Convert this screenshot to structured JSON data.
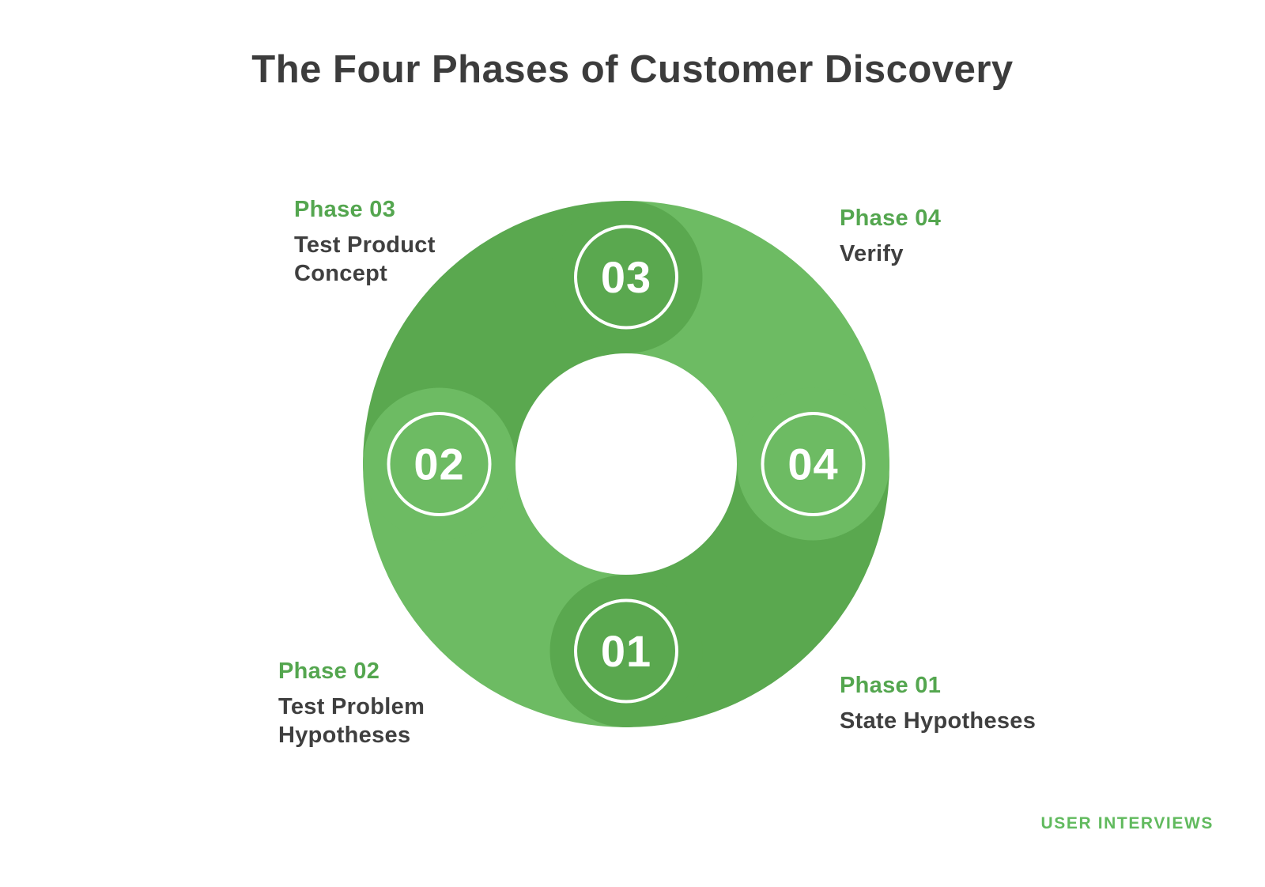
{
  "title": "The Four Phases of Customer Discovery",
  "footer": {
    "brand": "USER INTERVIEWS"
  },
  "colors": {
    "segment_dark": "#5aa84f",
    "segment_light": "#6dbb63",
    "accent_text": "#54a64f",
    "heading_text": "#3c3c3c",
    "body_text": "#3f3f3f",
    "brand_green": "#61ba5e",
    "circle_stroke": "#ffffff"
  },
  "diagram": {
    "type": "circular-cycle-donut",
    "phases": [
      {
        "number": "01",
        "label": "Phase 01",
        "name": "State Hypotheses",
        "position": "bottom"
      },
      {
        "number": "02",
        "label": "Phase 02",
        "name": "Test Problem\nHypotheses",
        "position": "left"
      },
      {
        "number": "03",
        "label": "Phase 03",
        "name": "Test Product\nConcept",
        "position": "top"
      },
      {
        "number": "04",
        "label": "Phase 04",
        "name": "Verify",
        "position": "right"
      }
    ]
  }
}
